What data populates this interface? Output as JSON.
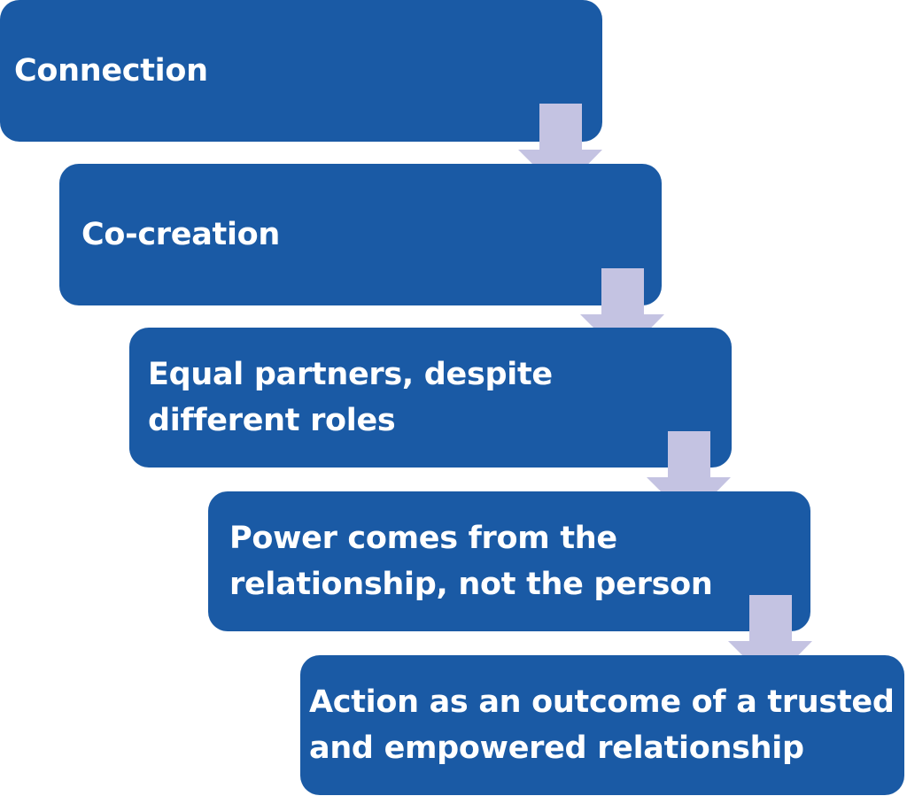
{
  "diagram": {
    "fill_color": "#1a5aa5",
    "arrow_color": "#c4c3e2",
    "text_color": "#ffffff",
    "steps": [
      {
        "text": "Connection"
      },
      {
        "text": "Co-creation"
      },
      {
        "text": "Equal partners, despite different roles"
      },
      {
        "text": "Power comes from the relationship, not the person"
      },
      {
        "text": "Action as an outcome of a trusted and empowered relationship"
      }
    ],
    "step_lines": [
      [
        "Connection"
      ],
      [
        "Co-creation"
      ],
      [
        "Equal partners, despite",
        "different roles"
      ],
      [
        "Power comes from the",
        "relationship, not the person"
      ],
      [
        "Action as an outcome of a trusted",
        "and empowered relationship"
      ]
    ]
  }
}
